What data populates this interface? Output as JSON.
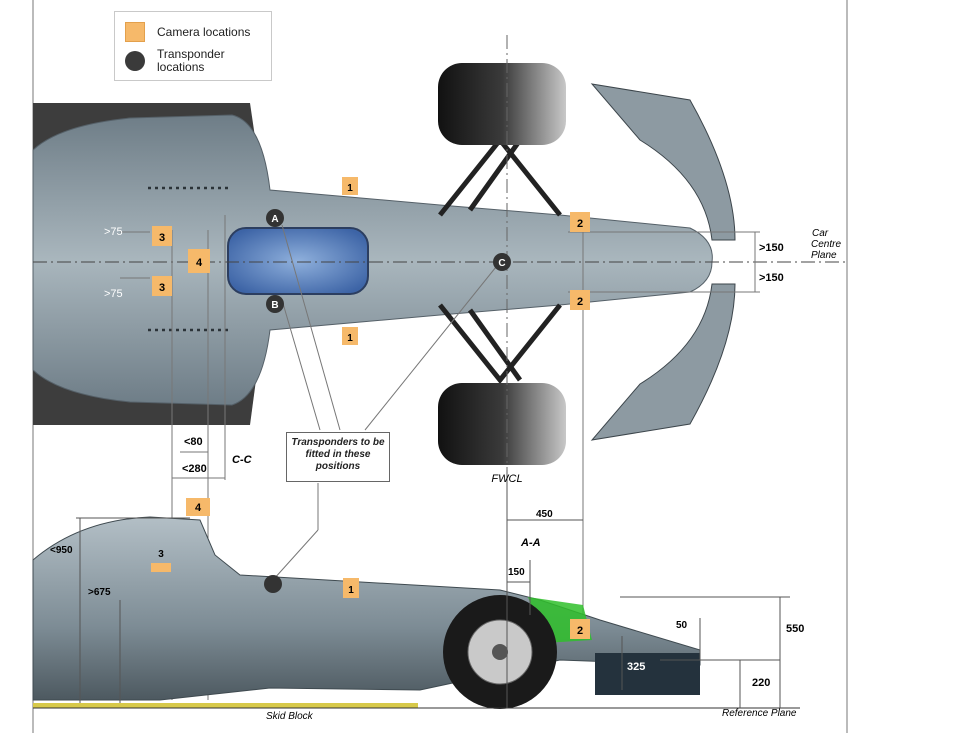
{
  "legend": {
    "camera_label": "Camera locations",
    "transponder_label": "Transponder locations"
  },
  "colors": {
    "camera": "#f6b96a",
    "transponder": "#3a3a3a",
    "body": "#8a99a3",
    "cockpit": "#5f86c0",
    "green_zone": "#2fbf2a"
  },
  "top_view": {
    "camera_markers": [
      "1",
      "1",
      "2",
      "2",
      "3",
      "3",
      "4"
    ],
    "transponder_markers": [
      "A",
      "B",
      "C"
    ],
    "dims": {
      "gt75_upper": ">75",
      "gt75_lower": ">75",
      "gt150_upper": ">150",
      "gt150_lower": ">150",
      "lt80": "<80",
      "lt280": "<280",
      "cc": "C-C"
    },
    "centre_plane": [
      "Car",
      "Centre",
      "Plane"
    ]
  },
  "note": "Transponders to be fitted in these positions",
  "fwcl": "FWCL",
  "side_view": {
    "camera_markers": [
      "4",
      "3",
      "1",
      "2"
    ],
    "dims": {
      "d450": "450",
      "aa": "A-A",
      "d150": "150",
      "lt950": "<950",
      "gt675": ">675",
      "d50": "50",
      "d550": "550",
      "d325": "325",
      "d220": "220"
    },
    "skid_block": "Skid Block",
    "reference_plane": "Reference Plane"
  }
}
